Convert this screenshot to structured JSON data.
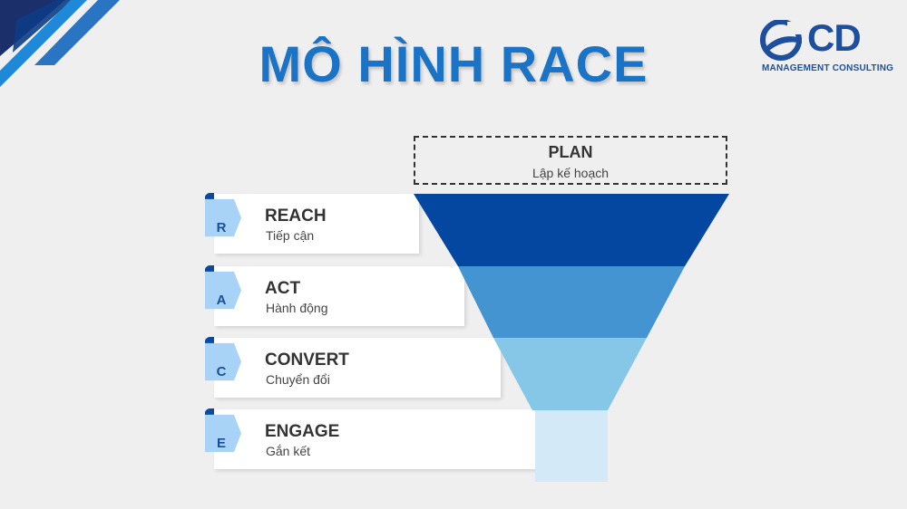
{
  "title": "MÔ HÌNH RACE",
  "logo": {
    "mark": "logo-icon",
    "name": "CD",
    "tagline": "MANAGEMENT CONSULTING"
  },
  "plan": {
    "label": "PLAN",
    "sub": "Lập kế hoạch"
  },
  "stages": [
    {
      "letter": "R",
      "label": "REACH",
      "sub": "Tiếp cận",
      "color": "#0447a1"
    },
    {
      "letter": "A",
      "label": "ACT",
      "sub": "Hành động",
      "color": "#4394d0"
    },
    {
      "letter": "C",
      "label": "CONVERT",
      "sub": "Chuyển đổi",
      "color": "#86c7e8"
    },
    {
      "letter": "E",
      "label": "ENGAGE",
      "sub": "Gắn kết",
      "color": "#d3e9f8"
    }
  ],
  "colors": {
    "title": "#1a73c4",
    "tab": "#a9d3f6",
    "tab_notch": "#0b4aa0",
    "brand": "#1d4f9e"
  }
}
